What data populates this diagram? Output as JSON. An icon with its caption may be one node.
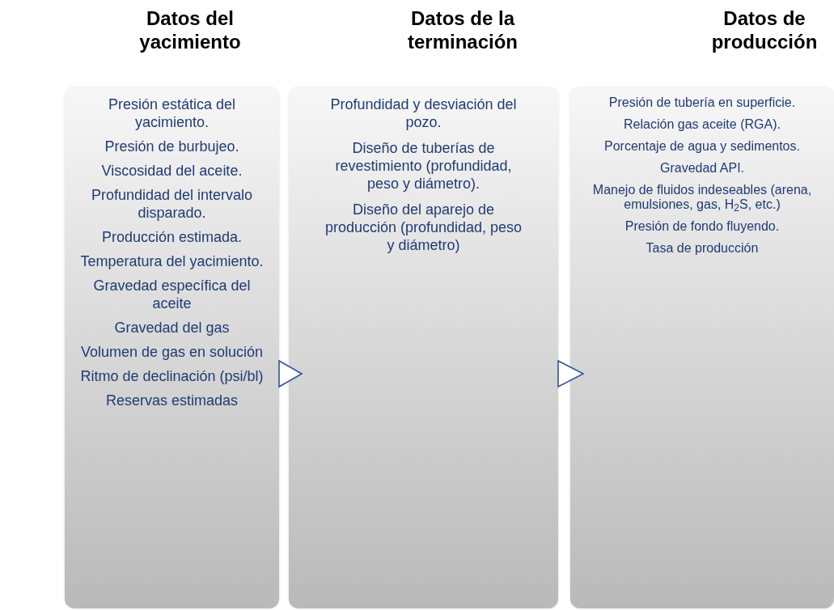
{
  "diagram": {
    "nodes": [
      {
        "text": [
          "Datos del yacimiento",
          "Presión estática del yacimiento.",
          "Presión de burbujeo.",
          "Viscosidad del aceite.",
          "Profundidad del intervalo disparado.",
          "Producción estimada.",
          "Temperatura del yacimiento.",
          "Gravedad específica del aceite",
          "Gravedad del gas",
          "Volumen de gas en solución",
          "Ritmo de declinación (psi/bl)",
          "Reservas estimadas"
        ]
      },
      {
        "text": [
          "Datos de la terminación",
          "Profundidad y desviación del pozo.",
          "Diseño de tuberías de revestimiento (profundidad, peso y diámetro).",
          "Diseño del aparejo de producción (profundidad, peso y diámetro)"
        ]
      },
      {
        "text": [
          "Datos de producción",
          "Presión de tubería en superficie.",
          "Relación gas aceite (RGA).",
          "Porcentaje de agua y sedimentos.",
          "Gravedad API.",
          "Manejo de fluidos indeseables (arena, emulsiones, gas, H$_{2}$S, etc.)",
          "Presión de fondo fluyendo.",
          "Tasa de producción"
        ]
      }
    ],
    "edges": [
      {
        "from": 0,
        "to": 1,
        "arrow": "to"
      },
      {
        "from": 1,
        "to": 2,
        "arrow": "to"
      }
    ]
  }
}
